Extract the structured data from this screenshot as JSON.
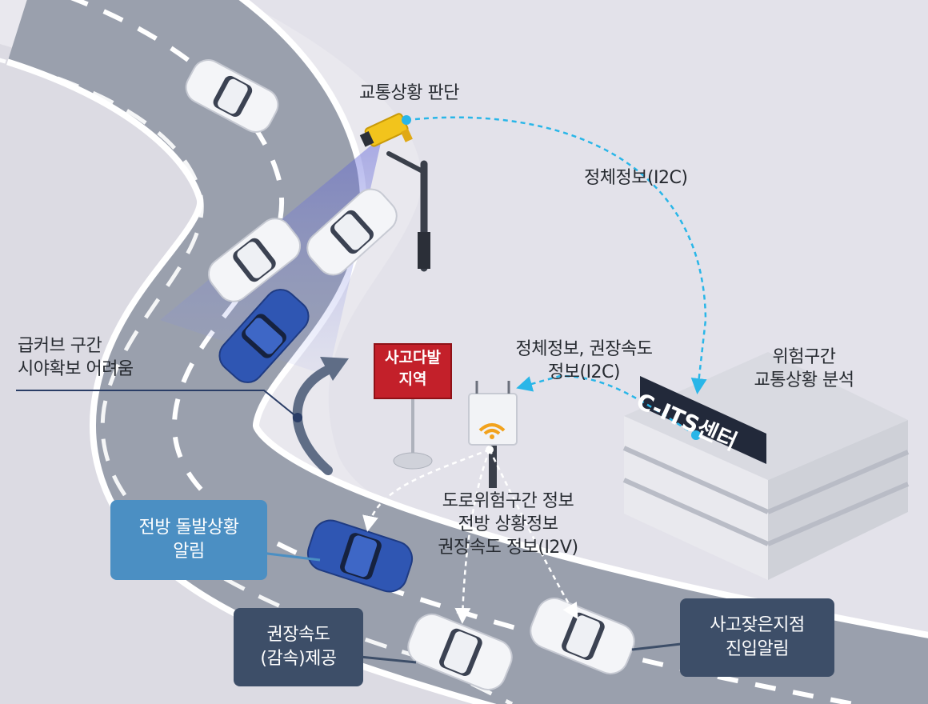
{
  "labels": {
    "traffic_judgement": "교통상황 판단",
    "congestion_i2c": "정체정보(I2C)",
    "sharp_curve_1": "급커브 구간",
    "sharp_curve_2": "시야확보 어려움",
    "congestion_speed_1": "정체정보, 권장속도",
    "congestion_speed_2": "정보(I2C)",
    "danger_zone_1": "위험구간",
    "danger_zone_2": "교통상황 분석",
    "road_info_1": "도로위험구간 정보",
    "road_info_2": "전방 상황정보",
    "road_info_3": "권장속도 정보(I2V)"
  },
  "signs": {
    "accident_area_1": "사고다발",
    "accident_area_2": "지역",
    "c_its_center": "C-ITS센터"
  },
  "boxes": {
    "front_alert_1": "전방 돌발상황",
    "front_alert_2": "알림",
    "speed_1": "권장속도",
    "speed_2": "(감속)제공",
    "accident_entry_1": "사고잦은지점",
    "accident_entry_2": "진입알림"
  },
  "colors": {
    "road": "#9aa0ad",
    "background": "#e9e8ee",
    "blue_box": "#4b8fc3",
    "dark_box": "#3d4e68",
    "sign_red": "#c3202a",
    "dotted_link": "#29b6e8",
    "blue_car": "#2f56b3"
  }
}
